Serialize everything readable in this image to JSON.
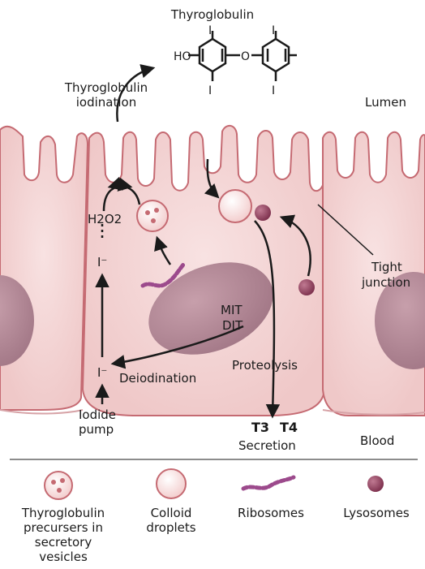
{
  "diagram": {
    "labels": {
      "thyroglobulin_top": "Thyroglobulin",
      "ho": "HO",
      "o": "O",
      "iodine": "I",
      "tg_iodination_1": "Thyroglobulin",
      "tg_iodination_2": "iodination",
      "lumen": "Lumen",
      "h2o2": "H2O2",
      "iodide_upper": "I⁻",
      "iodide_lower": "I⁻",
      "tight_junction_1": "Tight",
      "tight_junction_2": "junction",
      "mit": "MIT",
      "dit": "DIT",
      "proteolysis": "Proteolysis",
      "deiodination": "Deiodination",
      "iodide_pump_1": "Iodide",
      "iodide_pump_2": "pump",
      "t3": "T3",
      "t4": "T4",
      "secretion": "Secretion",
      "blood": "Blood"
    },
    "colors": {
      "cell_fill": "#f4d8d8",
      "cell_stroke": "#c56a72",
      "nucleus": "#b58a97",
      "lysosome": "#8c3f5b",
      "ribosome": "#9c4a8c",
      "arrow": "#1a1a1a"
    }
  },
  "legend": {
    "items": [
      {
        "lines": [
          "Thyroglobulin",
          "precursers in",
          "secretory",
          "vesicles"
        ],
        "icon": "vesicle-icon"
      },
      {
        "lines": [
          "Colloid",
          "droplets"
        ],
        "icon": "colloid-droplet-icon"
      },
      {
        "lines": [
          "Ribosomes"
        ],
        "icon": "ribosome-icon"
      },
      {
        "lines": [
          "Lysosomes"
        ],
        "icon": "lysosome-icon"
      }
    ]
  }
}
